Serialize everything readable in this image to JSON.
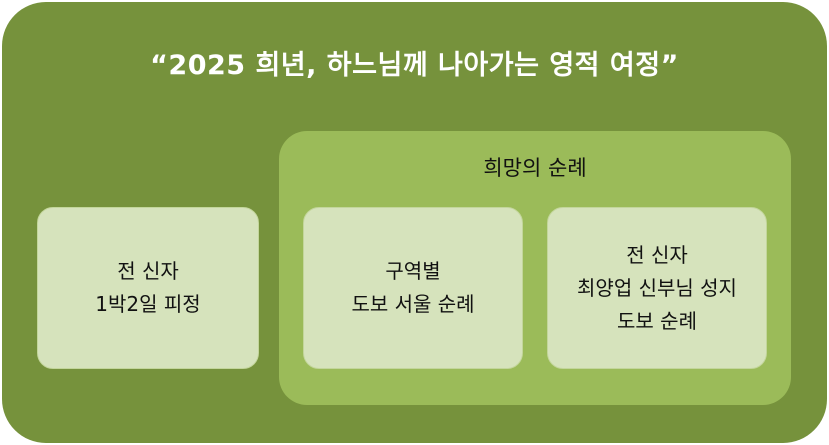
{
  "title": "“2025 희년, 하느님께 나아가는 영적 여정”",
  "pilgrimage_group": {
    "title": "희망의 순례",
    "boxes": [
      {
        "lines": [
          "구역별",
          "도보 서울 순례"
        ]
      },
      {
        "lines": [
          "전 신자",
          "최양업 신부님 성지",
          "도보 순례"
        ]
      }
    ]
  },
  "retreat_box": {
    "lines": [
      "전 신자",
      "1박2일 피정"
    ]
  },
  "colors": {
    "outer_background": "#76923c",
    "inner_background": "#9bbb59",
    "box_background": "#d6e3bc",
    "title_text": "#ffffff",
    "body_text": "#111111"
  }
}
